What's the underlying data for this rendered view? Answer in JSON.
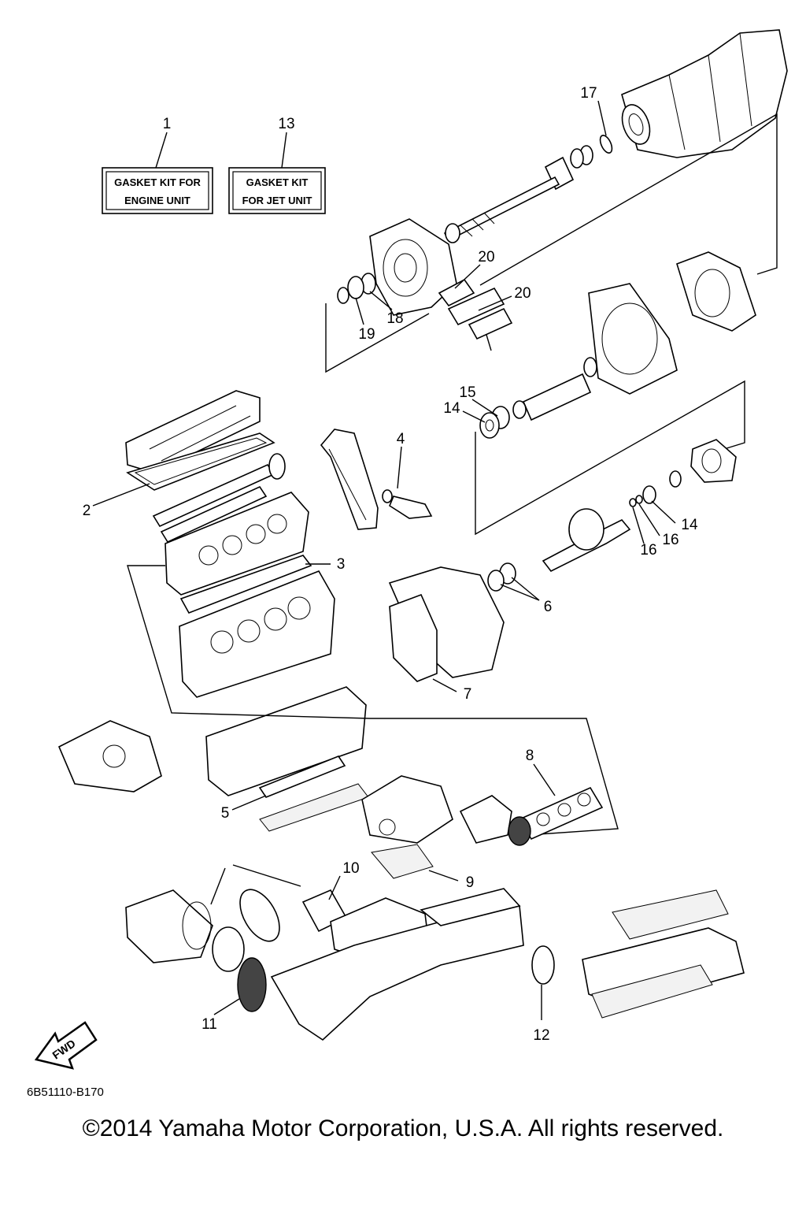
{
  "kits": [
    {
      "number": "1",
      "line1": "GASKET KIT FOR",
      "line2": "ENGINE UNIT"
    },
    {
      "number": "13",
      "line1": "GASKET KIT",
      "line2": "FOR JET UNIT"
    }
  ],
  "callouts": {
    "c2": "2",
    "c3": "3",
    "c4": "4",
    "c5": "5",
    "c6": "6",
    "c7": "7",
    "c8": "8",
    "c9": "9",
    "c10": "10",
    "c11": "11",
    "c12": "12",
    "c14a": "14",
    "c14b": "14",
    "c15": "15",
    "c16a": "16",
    "c16b": "16",
    "c17": "17",
    "c18": "18",
    "c19": "19",
    "c20a": "20",
    "c20b": "20"
  },
  "fwd_label": "FWD",
  "drawing_code": "6B51110-B170",
  "copyright": "©2014 Yamaha Motor Corporation, U.S.A. All rights reserved."
}
